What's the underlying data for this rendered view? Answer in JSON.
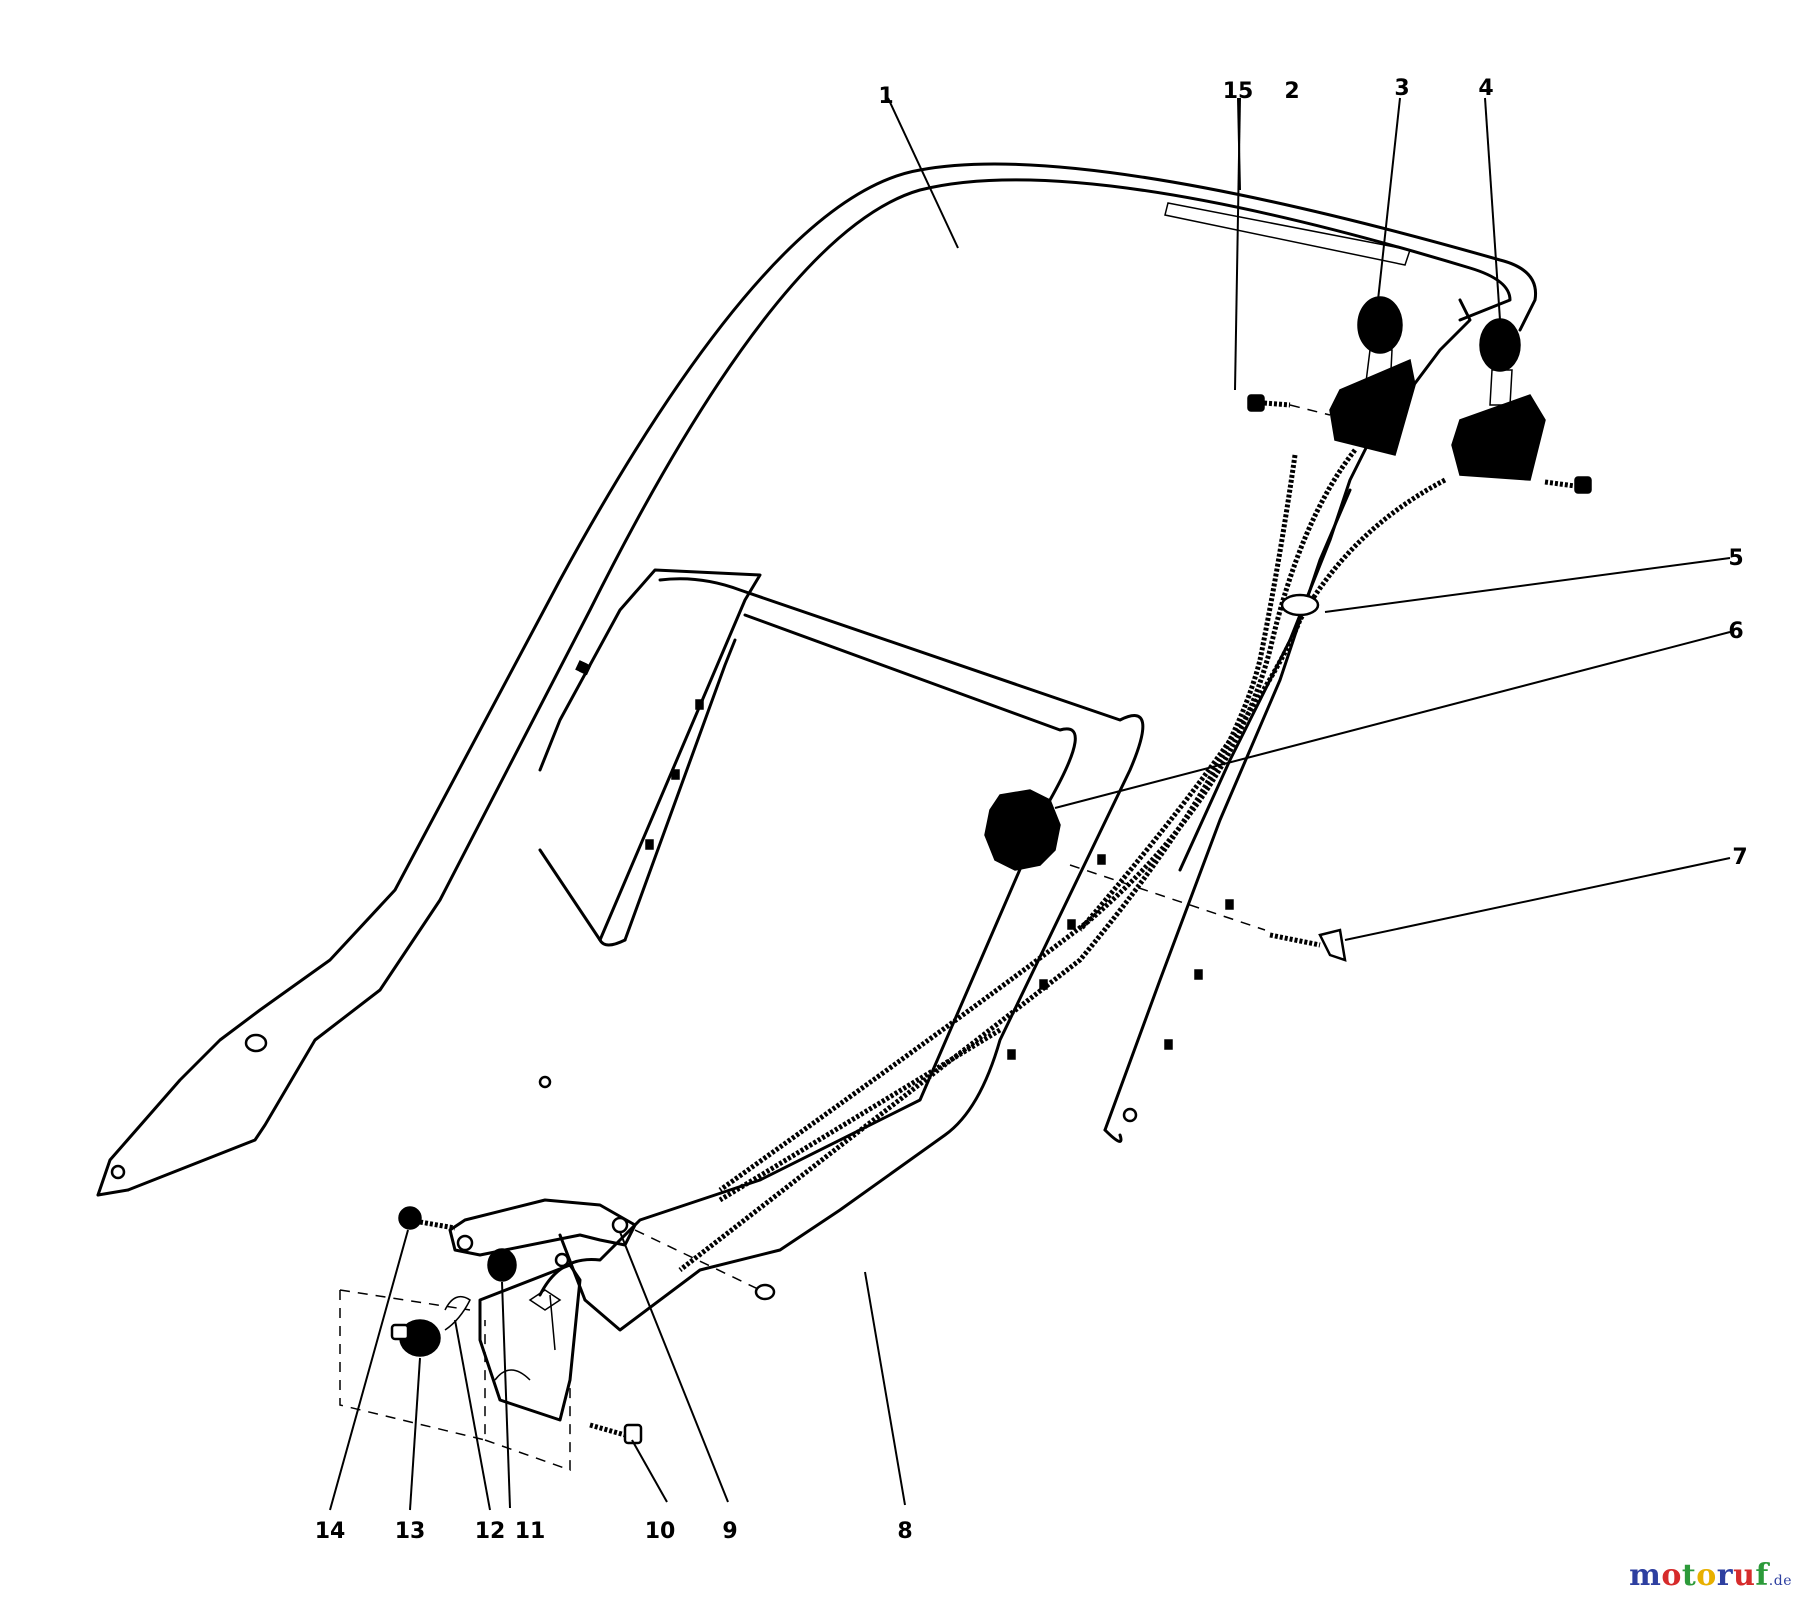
{
  "diagram": {
    "callouts": [
      "1",
      "2",
      "3",
      "4",
      "5",
      "6",
      "7",
      "8",
      "9",
      "10",
      "11",
      "12",
      "13",
      "14",
      "15"
    ]
  },
  "watermark": {
    "brand_letters": [
      "m",
      "o",
      "t",
      "o",
      "r",
      "u",
      "f"
    ],
    "brand_colors": [
      "#2d3fa0",
      "#d62b2b",
      "#2c9a3a",
      "#e8b000",
      "#2d3fa0",
      "#d62b2b",
      "#2c9a3a"
    ],
    "suffix": ".de"
  }
}
